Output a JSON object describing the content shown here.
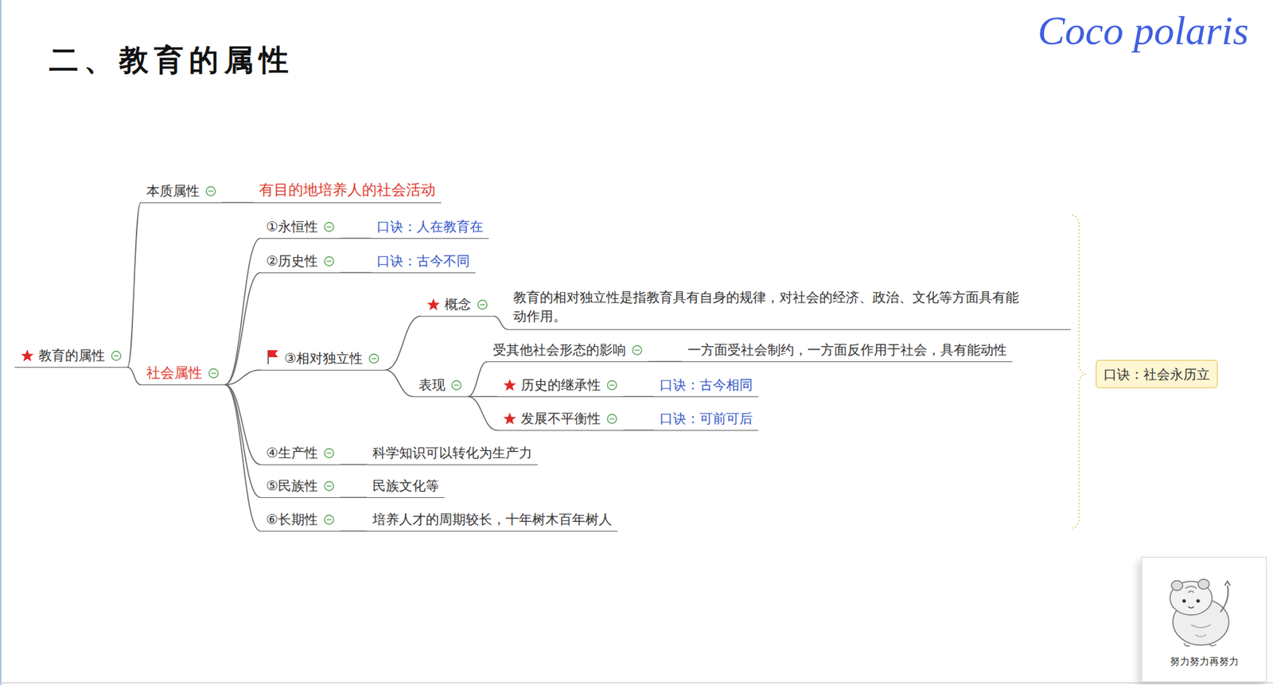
{
  "diagram": {
    "title": "二、教育的属性",
    "nodes": [
      {
        "text": [
          "教育的属性"
        ]
      },
      {
        "text": [
          "本质属性"
        ]
      },
      {
        "text": [
          "有目的地培养人的社会活动"
        ]
      },
      {
        "text": [
          "社会属性"
        ]
      },
      {
        "text": [
          "①永恒性"
        ]
      },
      {
        "text": [
          "口诀：人在教育在"
        ]
      },
      {
        "text": [
          "②历史性"
        ]
      },
      {
        "text": [
          "口诀：古今不同"
        ]
      },
      {
        "text": [
          "③相对独立性"
        ]
      },
      {
        "text": [
          "概念"
        ]
      },
      {
        "text": [
          "教育的相对独立性是指教育具有自身的规律，对社会的经济、政治、文化等方面具有能动作用。"
        ]
      },
      {
        "text": [
          "表现"
        ]
      },
      {
        "text": [
          "受其他社会形态的影响"
        ]
      },
      {
        "text": [
          "一方面受社会制约，一方面反作用于社会，具有能动性"
        ]
      },
      {
        "text": [
          "历史的继承性"
        ]
      },
      {
        "text": [
          "口诀：古今相同"
        ]
      },
      {
        "text": [
          "发展不平衡性"
        ]
      },
      {
        "text": [
          "口诀：可前可后"
        ]
      },
      {
        "text": [
          "④生产性"
        ]
      },
      {
        "text": [
          "科学知识可以转化为生产力"
        ]
      },
      {
        "text": [
          "⑤民族性"
        ]
      },
      {
        "text": [
          "民族文化等"
        ]
      },
      {
        "text": [
          "⑥长期性"
        ]
      },
      {
        "text": [
          "培养人才的周期较长，十年树木百年树人"
        ]
      },
      {
        "text": [
          "口诀：社会永历立"
        ]
      }
    ],
    "edges": [
      {
        "from": 0,
        "to": 1,
        "arrow": "none"
      },
      {
        "from": 1,
        "to": 2,
        "arrow": "none"
      },
      {
        "from": 0,
        "to": 3,
        "arrow": "none"
      },
      {
        "from": 3,
        "to": 4,
        "arrow": "none"
      },
      {
        "from": 4,
        "to": 5,
        "arrow": "none"
      },
      {
        "from": 3,
        "to": 6,
        "arrow": "none"
      },
      {
        "from": 6,
        "to": 7,
        "arrow": "none"
      },
      {
        "from": 3,
        "to": 8,
        "arrow": "none"
      },
      {
        "from": 8,
        "to": 9,
        "arrow": "none"
      },
      {
        "from": 9,
        "to": 10,
        "arrow": "none"
      },
      {
        "from": 8,
        "to": 11,
        "arrow": "none"
      },
      {
        "from": 11,
        "to": 12,
        "arrow": "none"
      },
      {
        "from": 12,
        "to": 13,
        "arrow": "none"
      },
      {
        "from": 11,
        "to": 14,
        "arrow": "none"
      },
      {
        "from": 14,
        "to": 15,
        "arrow": "none"
      },
      {
        "from": 11,
        "to": 16,
        "arrow": "none"
      },
      {
        "from": 16,
        "to": 17,
        "arrow": "none"
      },
      {
        "from": 3,
        "to": 18,
        "arrow": "none"
      },
      {
        "from": 18,
        "to": 19,
        "arrow": "none"
      },
      {
        "from": 3,
        "to": 20,
        "arrow": "none"
      },
      {
        "from": 20,
        "to": 21,
        "arrow": "none"
      },
      {
        "from": 3,
        "to": 22,
        "arrow": "none"
      },
      {
        "from": 22,
        "to": 23,
        "arrow": "none"
      }
    ],
    "labels": [
      "Coco polaris",
      "努力努力再努力"
    ]
  }
}
